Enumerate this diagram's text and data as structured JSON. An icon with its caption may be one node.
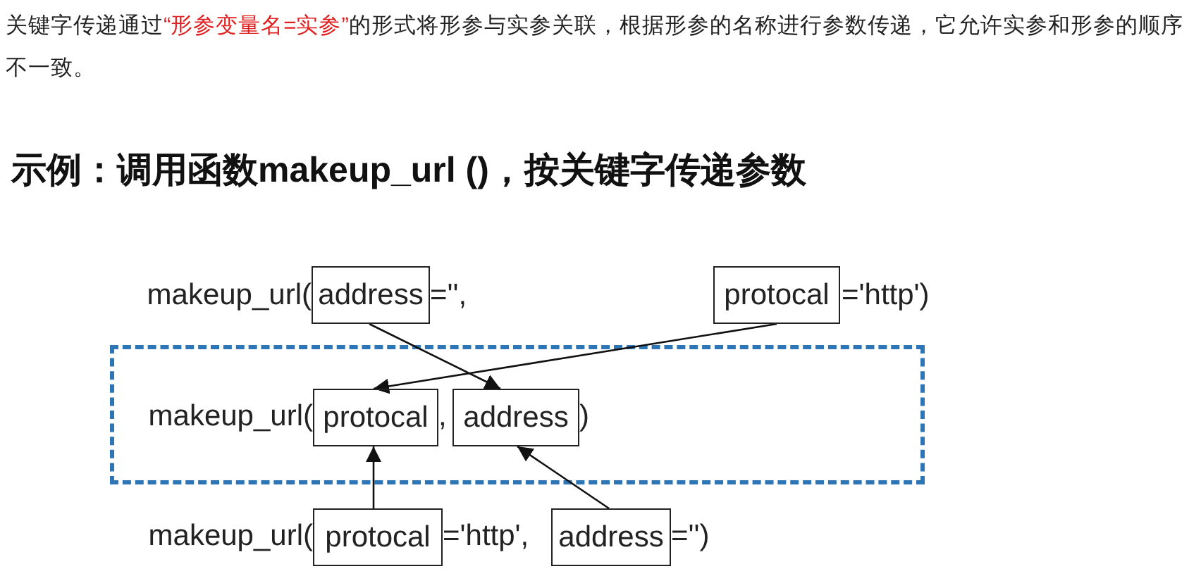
{
  "diagram": {
    "title": "示例：调用函数makeup_url ()，按关键字传递参数",
    "nodes": [
      {
        "text": [],
        "shape": "box"
      },
      {
        "text": [
          "address"
        ]
      },
      {
        "text": [
          "protocal"
        ]
      },
      {
        "text": [
          "protocal"
        ],
        "in": 0
      },
      {
        "text": [
          "address"
        ],
        "in": 0
      },
      {
        "text": [
          "protocal"
        ]
      },
      {
        "text": [
          "address"
        ]
      }
    ],
    "edges": [
      {
        "from": 1,
        "to": 4,
        "arrow": "to"
      },
      {
        "from": 2,
        "to": 3,
        "arrow": "to"
      },
      {
        "from": 5,
        "to": 3,
        "arrow": "to"
      },
      {
        "from": 6,
        "to": 4,
        "arrow": "to"
      }
    ],
    "labels": [
      "关键字传递通过",
      "“形参变量名=实参”",
      "的形式将形参与实参关联，根据形参的名称进行参数传递，它允许实参和形参的顺序不一致。",
      "makeup_url(",
      "='',",
      "='http')",
      "makeup_url(",
      ",",
      ")",
      "makeup_url(",
      "='http',",
      "='')"
    ]
  }
}
